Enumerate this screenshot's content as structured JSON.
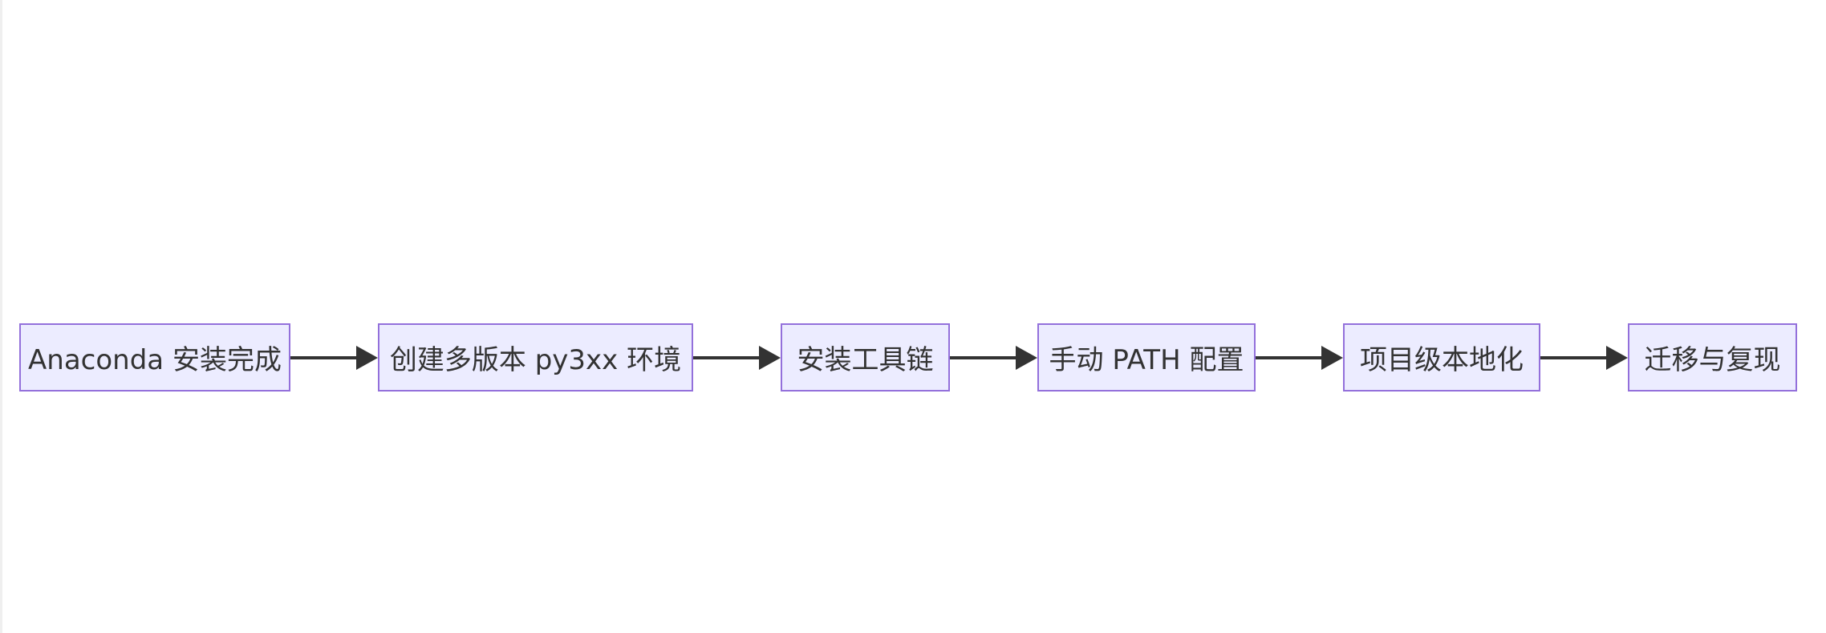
{
  "diagram": {
    "nodes": [
      {
        "id": "n0",
        "label": "Anaconda 安装完成"
      },
      {
        "id": "n1",
        "label": "创建多版本 py3xx 环境"
      },
      {
        "id": "n2",
        "label": "安装工具链"
      },
      {
        "id": "n3",
        "label": "手动 PATH 配置"
      },
      {
        "id": "n4",
        "label": "项目级本地化"
      },
      {
        "id": "n5",
        "label": "迁移与复现"
      }
    ],
    "edges": [
      {
        "from": "n0",
        "to": "n1"
      },
      {
        "from": "n1",
        "to": "n2"
      },
      {
        "from": "n2",
        "to": "n3"
      },
      {
        "from": "n3",
        "to": "n4"
      },
      {
        "from": "n4",
        "to": "n5"
      }
    ],
    "colors": {
      "node_fill": "#ececff",
      "node_border": "#9370db",
      "edge": "#333333",
      "text": "#333333"
    }
  }
}
